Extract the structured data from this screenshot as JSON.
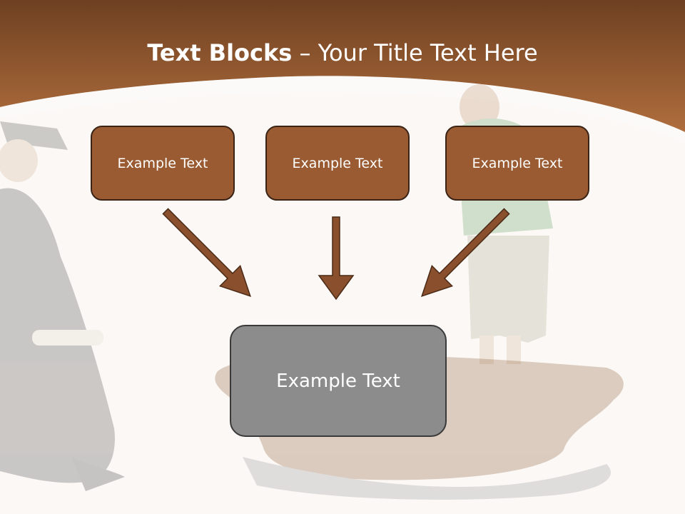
{
  "title": {
    "bold": "Text Blocks",
    "dash": " – ",
    "rest": "Your Title Text Here"
  },
  "boxes": {
    "top_left": "Example Text",
    "top_center": "Example Text",
    "top_right": "Example Text",
    "bottom": "Example Text"
  },
  "colors": {
    "header": "#9a5b2e",
    "box_fill": "#9a5b32",
    "box_border": "#3b2416",
    "arrow": "#8a4f2c",
    "bottom_box_fill": "#8c8c8c",
    "background": "#fbf8f5"
  }
}
